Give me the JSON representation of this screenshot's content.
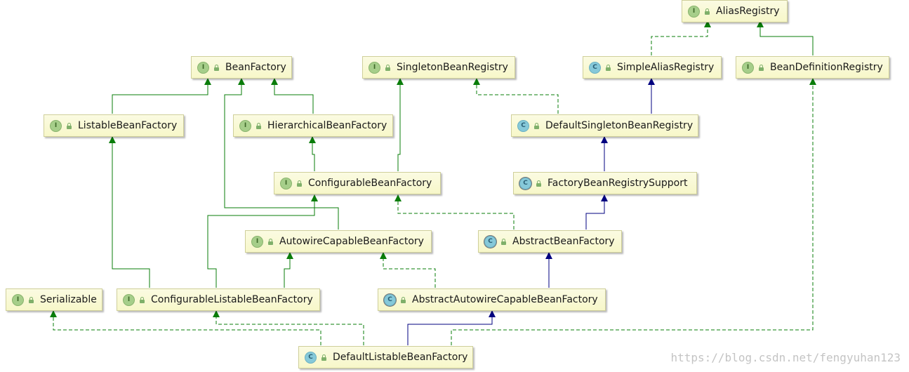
{
  "diagram": {
    "colors": {
      "extends_interface": "#0a7d0a",
      "implements": "#0a7d0a",
      "extends_class": "#000080"
    },
    "nodes": {
      "alias_registry": {
        "name": "AliasRegistry",
        "kind": "interface",
        "kind_letter": "I"
      },
      "bean_factory": {
        "name": "BeanFactory",
        "kind": "interface",
        "kind_letter": "I"
      },
      "singleton_bean_registry": {
        "name": "SingletonBeanRegistry",
        "kind": "interface",
        "kind_letter": "I"
      },
      "simple_alias_registry": {
        "name": "SimpleAliasRegistry",
        "kind": "class",
        "kind_letter": "C"
      },
      "bean_definition_registry": {
        "name": "BeanDefinitionRegistry",
        "kind": "interface",
        "kind_letter": "I"
      },
      "listable_bean_factory": {
        "name": "ListableBeanFactory",
        "kind": "interface",
        "kind_letter": "I"
      },
      "hierarchical_bean_factory": {
        "name": "HierarchicalBeanFactory",
        "kind": "interface",
        "kind_letter": "I"
      },
      "default_singleton_bean_registry": {
        "name": "DefaultSingletonBeanRegistry",
        "kind": "class",
        "kind_letter": "C"
      },
      "configurable_bean_factory": {
        "name": "ConfigurableBeanFactory",
        "kind": "interface",
        "kind_letter": "I"
      },
      "factory_bean_registry_support": {
        "name": "FactoryBeanRegistrySupport",
        "kind": "abstract",
        "kind_letter": "C"
      },
      "autowire_capable_bean_factory": {
        "name": "AutowireCapableBeanFactory",
        "kind": "interface",
        "kind_letter": "I"
      },
      "abstract_bean_factory": {
        "name": "AbstractBeanFactory",
        "kind": "abstract",
        "kind_letter": "C"
      },
      "serializable": {
        "name": "Serializable",
        "kind": "interface",
        "kind_letter": "I"
      },
      "configurable_listable_bean_factory": {
        "name": "ConfigurableListableBeanFactory",
        "kind": "interface",
        "kind_letter": "I"
      },
      "abstract_autowire_capable_bean_factory": {
        "name": "AbstractAutowireCapableBeanFactory",
        "kind": "abstract",
        "kind_letter": "C"
      },
      "default_listable_bean_factory": {
        "name": "DefaultListableBeanFactory",
        "kind": "class",
        "kind_letter": "C"
      }
    }
  },
  "watermark": "https://blog.csdn.net/fengyuhan123"
}
